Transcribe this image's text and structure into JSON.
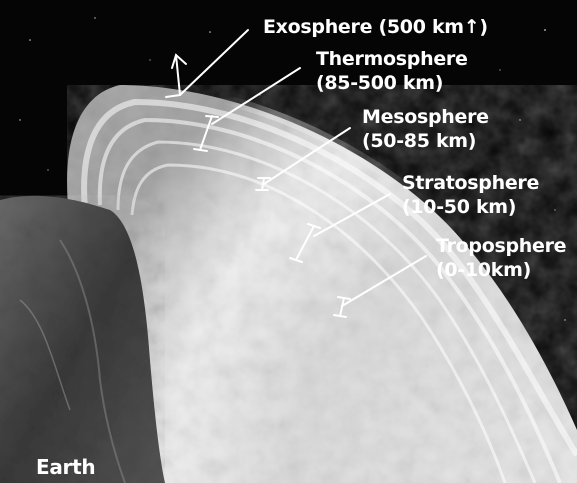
{
  "layers": [
    {
      "id": "exosphere",
      "name": "Exosphere",
      "range": "(500 km↑)"
    },
    {
      "id": "thermosphere",
      "name": "Thermosphere",
      "range": "(85-500 km)"
    },
    {
      "id": "mesosphere",
      "name": "Mesosphere",
      "range": "(50-85 km)"
    },
    {
      "id": "stratosphere",
      "name": "Stratosphere",
      "range": "(10-50 km)"
    },
    {
      "id": "troposphere",
      "name": "Troposphere",
      "range": "(0-10km)"
    }
  ],
  "earth_label": "Earth",
  "colors": {
    "background": "#050505",
    "text": "#ffffff",
    "leader": "#ffffff",
    "atmosphere_light": "#f2f2f2",
    "atmosphere_mid": "#cfcfcf",
    "earth_dark": "#3a3a3a"
  },
  "icons": {
    "exosphere_pointer": "arrow-up-right-icon"
  }
}
